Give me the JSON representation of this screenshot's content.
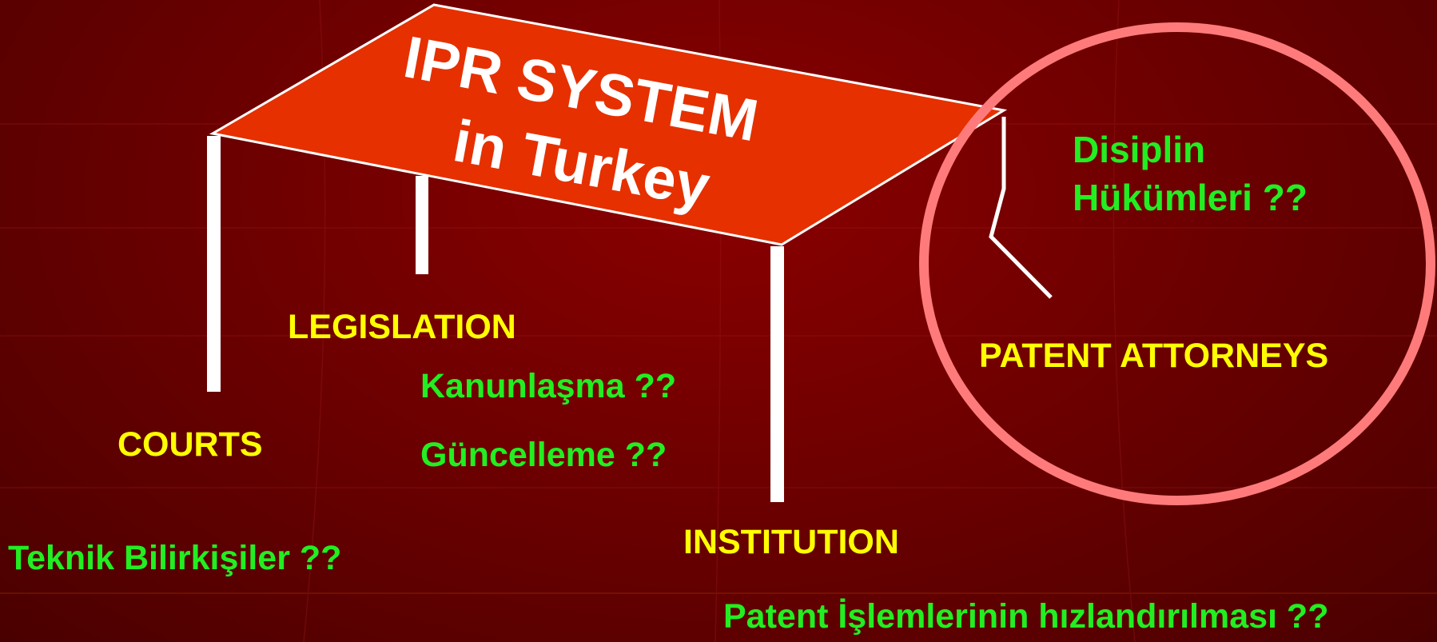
{
  "colors": {
    "background": "#6e0000",
    "table_top": "#e63000",
    "leg": "#ffffff",
    "circle": "#ff7b7b",
    "yellow_text": "#ffff00",
    "green_text": "#22ee22"
  },
  "title": {
    "line1": "IPR SYSTEM",
    "line2": "in Turkey"
  },
  "pillars": {
    "courts": "COURTS",
    "legislation": "LEGISLATION",
    "institution": "INSTITUTION",
    "patent_attorneys": "PATENT ATTORNEYS"
  },
  "issues": {
    "teknik": "Teknik Bilirkişiler ??",
    "kanunlasma": "Kanunlaşma ??",
    "guncelleme": "Güncelleme ??",
    "disiplin_line1": "Disiplin",
    "disiplin_line2": "Hükümleri ??",
    "patent_islemleri": "Patent İşlemlerinin hızlandırılması ??"
  }
}
